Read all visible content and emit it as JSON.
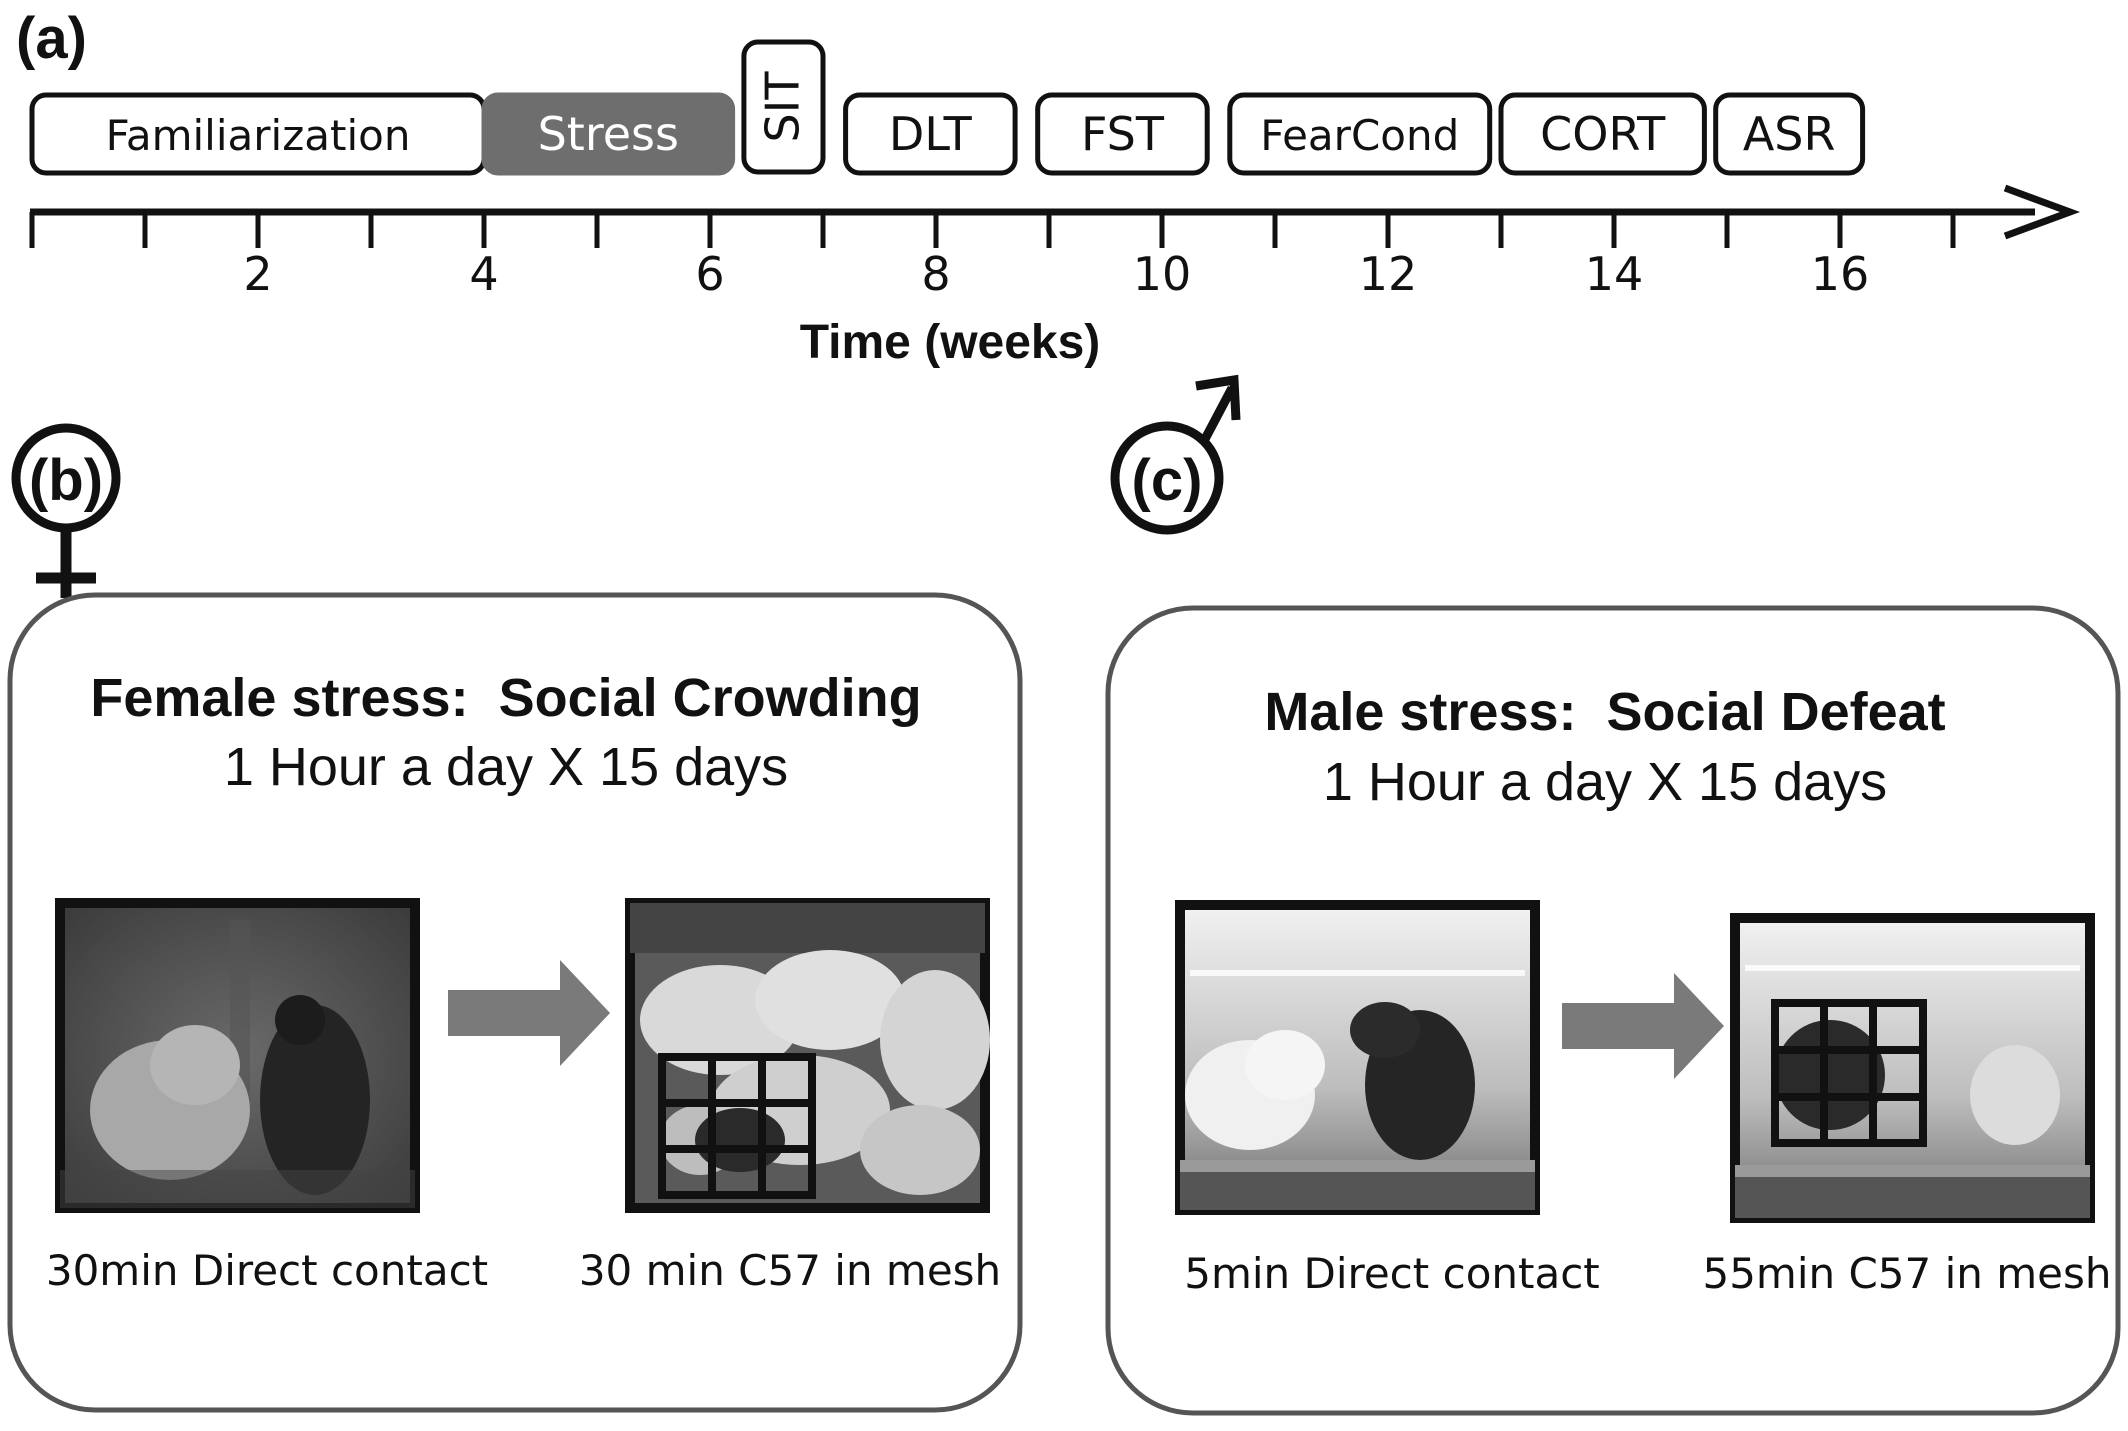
{
  "panel_a": {
    "letter": "(a)",
    "phases": [
      {
        "label": "Familiarization",
        "start": 0,
        "end": 4,
        "style": "outline"
      },
      {
        "label": "Stress",
        "start": 4,
        "end": 6.2,
        "style": "filled"
      },
      {
        "label": "SIT",
        "start": 6.3,
        "end": 7.0,
        "style": "outline",
        "vertical": true
      },
      {
        "label": "DLT",
        "start": 7.2,
        "end": 8.7,
        "style": "outline"
      },
      {
        "label": "FST",
        "start": 8.9,
        "end": 10.4,
        "style": "outline"
      },
      {
        "label": "FearCond",
        "start": 10.6,
        "end": 12.9,
        "style": "outline"
      },
      {
        "label": "CORT",
        "start": 13.0,
        "end": 14.8,
        "style": "outline"
      },
      {
        "label": "ASR",
        "start": 14.9,
        "end": 16.2,
        "style": "outline"
      }
    ],
    "axis": {
      "label": "Time (weeks)",
      "min": 0,
      "max": 18,
      "minor_ticks": [
        0,
        1,
        2,
        3,
        4,
        5,
        6,
        7,
        8,
        9,
        10,
        11,
        12,
        13,
        14,
        15,
        16,
        17
      ],
      "tick_labels": [
        "2",
        "4",
        "6",
        "8",
        "10",
        "12",
        "14",
        "16"
      ],
      "tick_label_values": [
        2,
        4,
        6,
        8,
        10,
        12,
        14,
        16
      ]
    },
    "colors": {
      "stress_fill": "#6e6e6e",
      "outline": "#111111"
    }
  },
  "panel_b": {
    "letter": "(b)",
    "sex_symbol": "female-symbol",
    "title": "Female stress:  Social Crowding",
    "subtitle": "1 Hour a day X 15 days",
    "captions": [
      "30min Direct contact",
      "30 min C57 in mesh"
    ]
  },
  "panel_c": {
    "letter": "(c)",
    "sex_symbol": "male-symbol",
    "title": "Male stress:  Social Defeat",
    "subtitle": "1 Hour a day X 15 days",
    "captions": [
      "5min Direct contact",
      "55min C57 in mesh"
    ]
  },
  "colors": {
    "arrow": "#7a7a7a",
    "panel_border": "#555555",
    "photo_border": "#111111"
  }
}
